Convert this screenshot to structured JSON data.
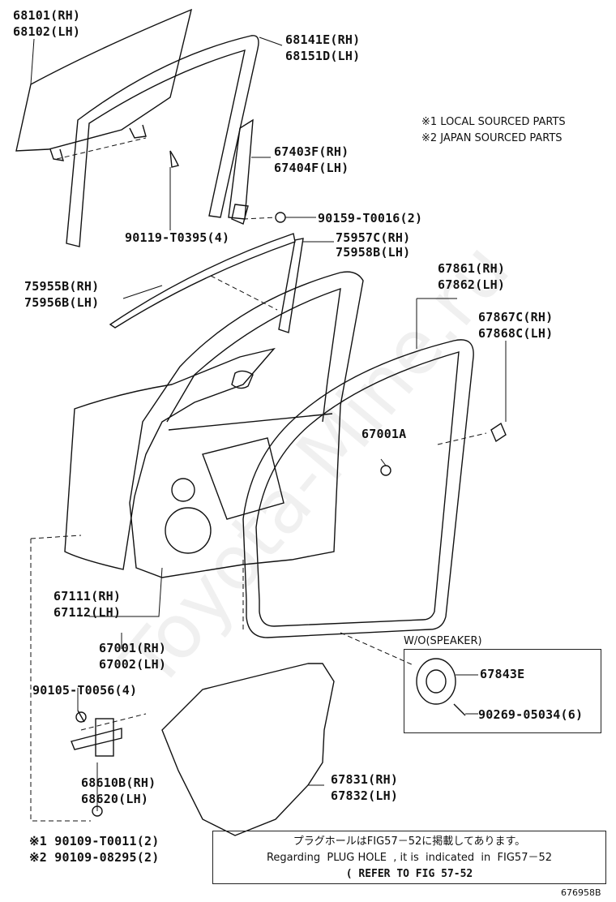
{
  "watermark": "Toyota-Mine.ru",
  "legend": {
    "local": "※1 LOCAL SOURCED PARTS",
    "japan": "※2 JAPAN SOURCED PARTS"
  },
  "parts": {
    "p68101": "68101(RH)",
    "p68102": "68102(LH)",
    "p68141": "68141E(RH)",
    "p68151": "68151D(LH)",
    "p67403": "67403F(RH)",
    "p67404": "67404F(LH)",
    "p90159": "90159-T0016(2)",
    "p90119": "90119-T0395(4)",
    "p75957": "75957C(RH)",
    "p75958": "75958B(LH)",
    "p75955": "75955B(RH)",
    "p75956": "75956B(LH)",
    "p67861": "67861(RH)",
    "p67862": "67862(LH)",
    "p67867": "67867C(RH)",
    "p67868": "67868C(LH)",
    "p67001A": "67001A",
    "p67111": "67111(RH)",
    "p67112": "67112(LH)",
    "p67001": "67001(RH)",
    "p67002": "67002(LH)",
    "p90105": "90105-T0056(4)",
    "p68610": "68610B(RH)",
    "p68620": "68620(LH)",
    "p90109a": "※1 90109-T0011(2)",
    "p90109b": "※2 90109-08295(2)",
    "p67831": "67831(RH)",
    "p67832": "67832(LH)",
    "p67843": "67843E",
    "p90269": "90269-05034(6)"
  },
  "speaker_box": {
    "title": "W/O(SPEAKER)"
  },
  "note": {
    "jp": "プラグホールはFIG57－52に掲載してあります。",
    "en": "Regarding  PLUG HOLE  , it is  indicated  in  FIG57－52",
    "ref": "( REFER TO FIG 57-52"
  },
  "figure_id": "676958B"
}
